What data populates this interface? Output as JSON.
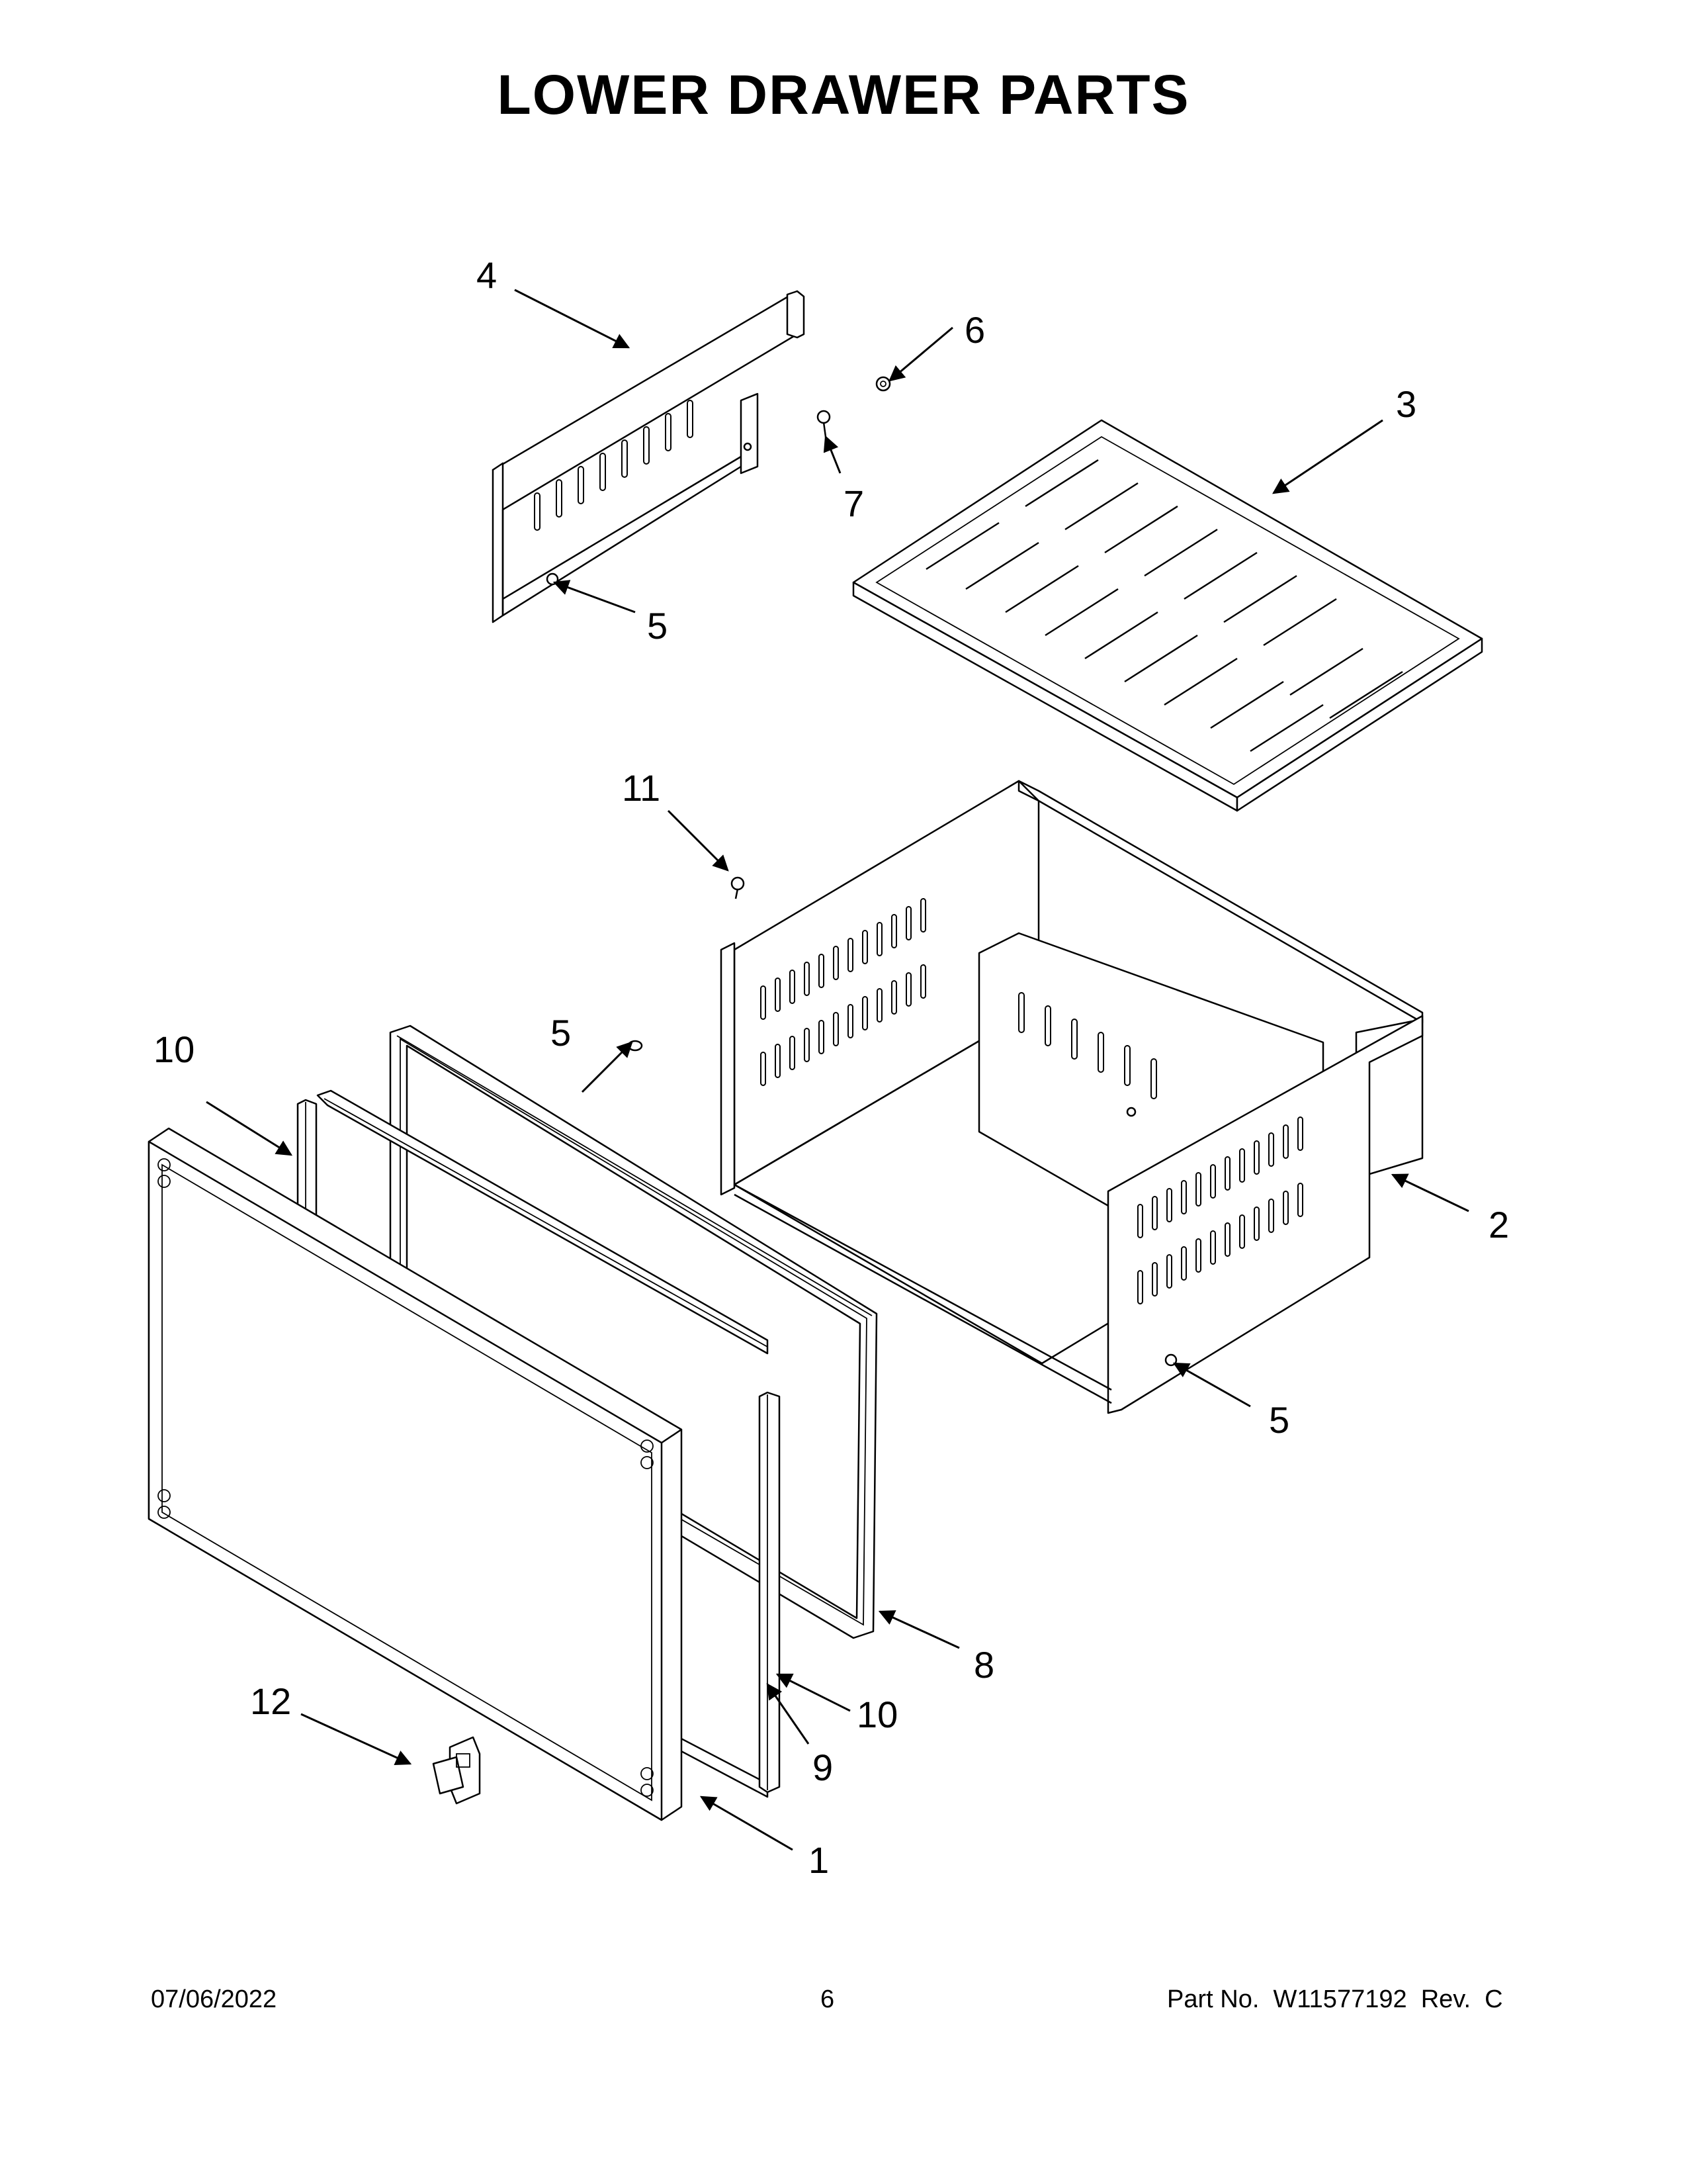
{
  "page": {
    "title": "LOWER DRAWER PARTS",
    "footer_date": "07/06/2022",
    "footer_page": "6",
    "footer_part": "Part No.  W11577192  Rev.  C"
  },
  "callouts": {
    "c1": "1",
    "c2": "2",
    "c3": "3",
    "c4": "4",
    "c5a": "5",
    "c5b": "5",
    "c5c": "5",
    "c6": "6",
    "c7": "7",
    "c8": "8",
    "c9": "9",
    "c10a": "10",
    "c10b": "10",
    "c11": "11",
    "c12": "12"
  }
}
